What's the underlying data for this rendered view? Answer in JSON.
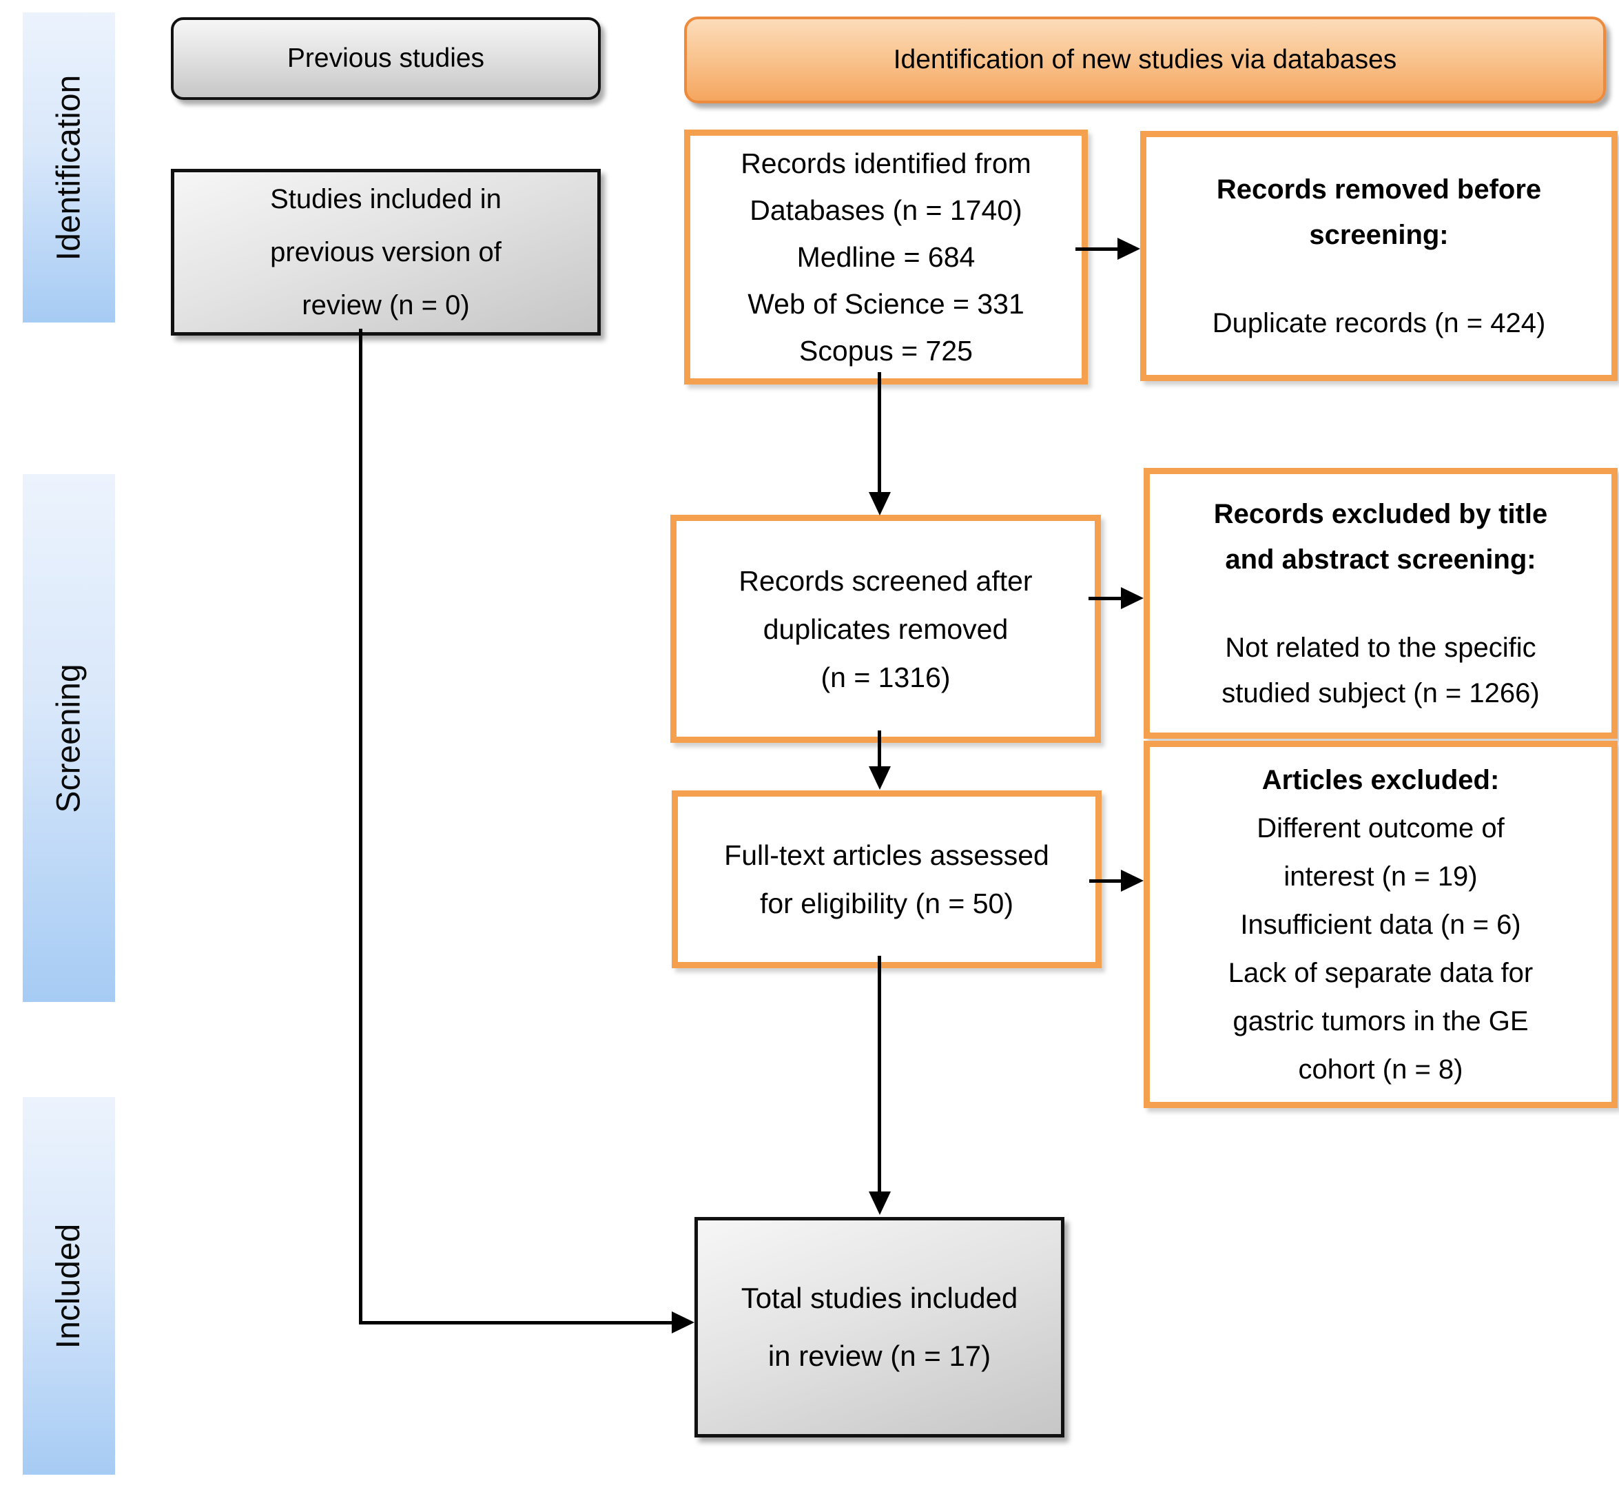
{
  "sidebar": {
    "bands": [
      {
        "label": "Identification"
      },
      {
        "label": "Screening"
      },
      {
        "label": "Included"
      }
    ]
  },
  "headers": {
    "previous_studies": "Previous studies",
    "identification_new": "Identification of new studies via databases"
  },
  "flow": {
    "studies_previous": {
      "lines": [
        "Studies included in",
        "previous version of",
        "review (n = 0)"
      ]
    },
    "records_identified": {
      "lines": [
        "Records identified from",
        "Databases (n = 1740)",
        "Medline = 684",
        "Web of Science = 331",
        "Scopus = 725"
      ]
    },
    "records_removed": {
      "title_lines": [
        "Records removed before",
        "screening:"
      ],
      "body_lines": [
        "Duplicate records (n = 424)"
      ]
    },
    "records_screened": {
      "lines": [
        "Records screened after",
        "duplicates removed",
        "(n = 1316)"
      ]
    },
    "records_excluded": {
      "title_lines": [
        "Records excluded by title",
        "and abstract screening:"
      ],
      "body_lines": [
        "Not related to the specific",
        "studied subject (n = 1266)"
      ]
    },
    "fulltext_assessed": {
      "lines": [
        "Full-text articles assessed",
        "for eligibility (n = 50)"
      ]
    },
    "articles_excluded": {
      "title_lines": [
        "Articles excluded:"
      ],
      "body_lines": [
        "Different outcome of",
        "interest (n = 19)",
        "Insufficient data (n = 6)",
        "Lack of separate data for",
        "gastric tumors in the GE",
        "cohort (n = 8)"
      ]
    },
    "total_included": {
      "lines": [
        "Total studies included",
        "in review (n = 17)"
      ]
    }
  },
  "colors": {
    "orange_border": "#f5a04f",
    "orange_header_top": "#fcdcba",
    "orange_header_bottom": "#f5a65f",
    "blue_band_top": "#ecf3fd",
    "blue_band_bottom": "#a6cbf4",
    "gray_box_top": "#f6f6f6",
    "gray_box_bottom": "#c6c6c6",
    "line_color": "#000000"
  }
}
